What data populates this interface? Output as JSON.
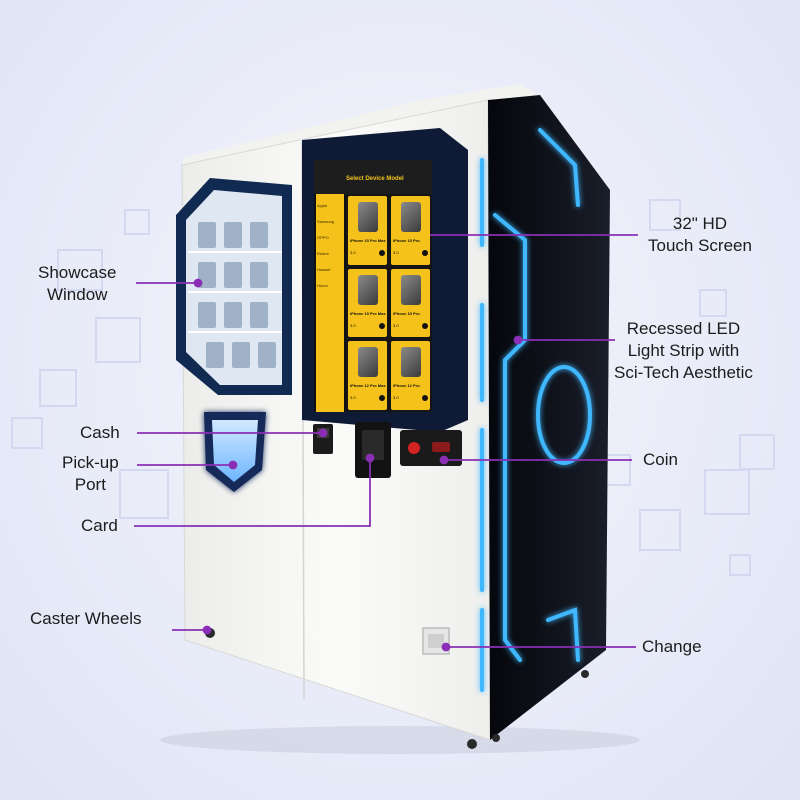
{
  "labels": {
    "showcase_line1": "Showcase",
    "showcase_line2": "Window",
    "cash": "Cash",
    "pickup_line1": "Pick-up",
    "pickup_line2": "Port",
    "card": "Card",
    "caster": "Caster Wheels",
    "touch_line1": "32\" HD",
    "touch_line2": "Touch Screen",
    "led_line1": "Recessed LED",
    "led_line2": "Light Strip with",
    "led_line3": "Sci-Tech Aesthetic",
    "coin": "Coin",
    "change": "Change"
  },
  "screen": {
    "header": "Select Device Model",
    "brand_tabs": [
      "Apple",
      "Samsung",
      "OPPO",
      "Redmi",
      "Huawei",
      "Honor"
    ],
    "products": [
      {
        "name": "iPhone 15 Pro Max",
        "price": "3.0"
      },
      {
        "name": "iPhone 15 Pro",
        "price": "3.0"
      },
      {
        "name": "iPhone 15 Pro Max",
        "price": "3.0"
      },
      {
        "name": "iPhone 15 Pro",
        "price": "3.0"
      },
      {
        "name": "iPhone 12 Pro Max",
        "price": "3.0"
      },
      {
        "name": "iPhone 12 Pro",
        "price": "3.0"
      }
    ]
  },
  "colors": {
    "callout_line": "#8a2fb5",
    "neon": "#3fb8ff",
    "screen_yellow": "#f4c21b",
    "cabinet_white": "#f7f7f5",
    "side_black": "#0b0d14"
  }
}
